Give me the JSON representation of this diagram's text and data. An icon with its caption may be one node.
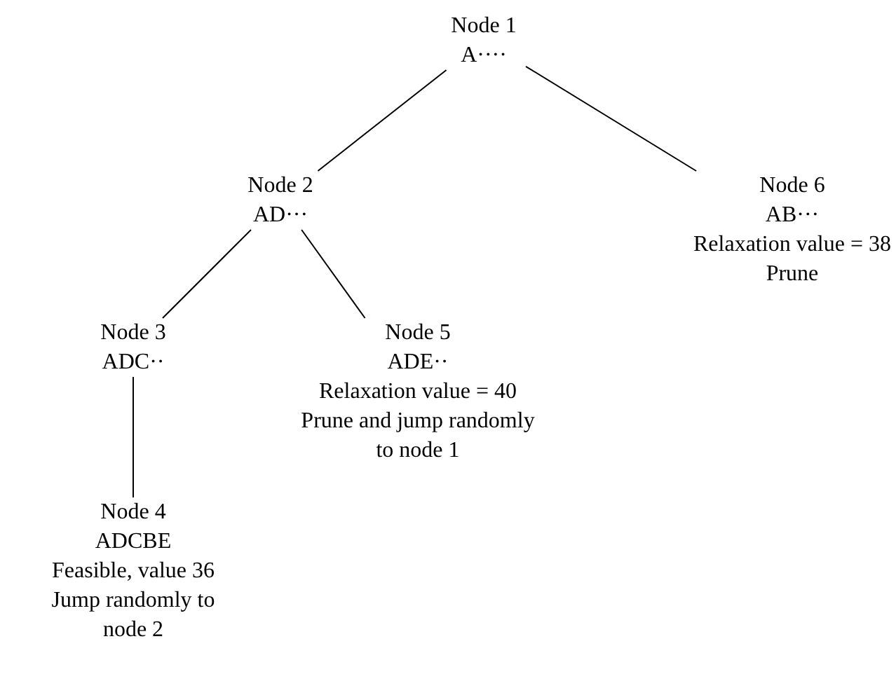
{
  "diagram": {
    "nodes": [
      {
        "text": [
          "Node 1",
          "A····"
        ]
      },
      {
        "text": [
          "Node 2",
          "AD···"
        ]
      },
      {
        "text": [
          "Node 3",
          "ADC··"
        ]
      },
      {
        "text": [
          "Node 4",
          "ADCBE",
          "Feasible, value 36",
          "Jump randomly to node 2"
        ]
      },
      {
        "text": [
          "Node 5",
          "ADE··",
          "Relaxation value = 40",
          "Prune and jump randomly to node 1"
        ]
      },
      {
        "text": [
          "Node 6",
          "AB···",
          "Relaxation value = 38",
          "Prune"
        ]
      }
    ],
    "edges": [
      {
        "from": 0,
        "to": 1,
        "arrow": "none"
      },
      {
        "from": 0,
        "to": 5,
        "arrow": "none"
      },
      {
        "from": 1,
        "to": 2,
        "arrow": "none"
      },
      {
        "from": 1,
        "to": 4,
        "arrow": "none"
      },
      {
        "from": 2,
        "to": 3,
        "arrow": "none"
      }
    ]
  }
}
